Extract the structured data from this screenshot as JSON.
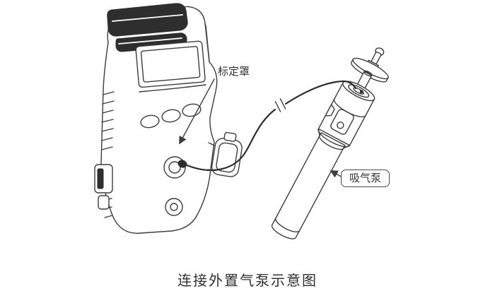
{
  "diagram": {
    "caption": "连接外置气泵示意图",
    "labels": {
      "calibration_cap": "标定罩",
      "suction_pump": "吸气泵"
    },
    "colors": {
      "line": "#3d3d3d",
      "dark_fill": "#2e2e2e",
      "background": "#ffffff",
      "text": "#333333"
    }
  }
}
